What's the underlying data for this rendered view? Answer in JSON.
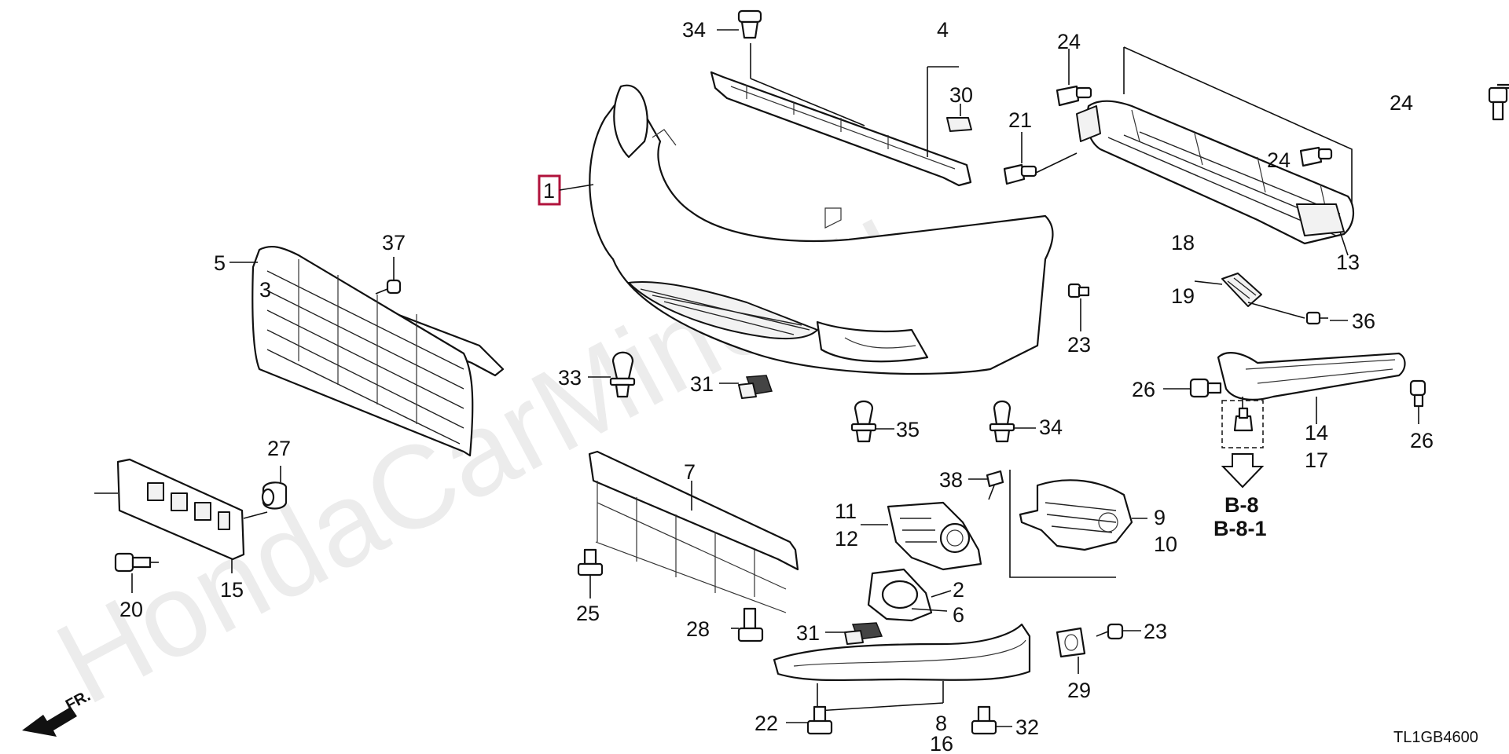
{
  "watermark": "HondaCarMine.ru",
  "diagram_code": "TL1GB4600",
  "front_indicator": "FR.",
  "main_part_label": "1",
  "reference": {
    "line1": "B-8",
    "line2": "B-8-1"
  },
  "labels": {
    "l2": "2",
    "l3": "3",
    "l4": "4",
    "l5": "5",
    "l6": "6",
    "l7": "7",
    "l8": "8",
    "l9": "9",
    "l10": "10",
    "l11": "11",
    "l12": "12",
    "l13": "13",
    "l14": "14",
    "l15": "15",
    "l16": "16",
    "l17": "17",
    "l18": "18",
    "l19": "19",
    "l20": "20",
    "l21": "21",
    "l22": "22",
    "l23a": "23",
    "l23b": "23",
    "l24a": "24",
    "l24b": "24",
    "l24c": "24",
    "l25": "25",
    "l26a": "26",
    "l26b": "26",
    "l27": "27",
    "l28": "28",
    "l29": "29",
    "l30": "30",
    "l31a": "31",
    "l31b": "31",
    "l32": "32",
    "l33": "33",
    "l34a": "34",
    "l34b": "34",
    "l35": "35",
    "l36": "36",
    "l37": "37",
    "l38": "38"
  },
  "icons": {
    "front": "arrow-left-icon",
    "reference": "arrow-down-icon"
  }
}
